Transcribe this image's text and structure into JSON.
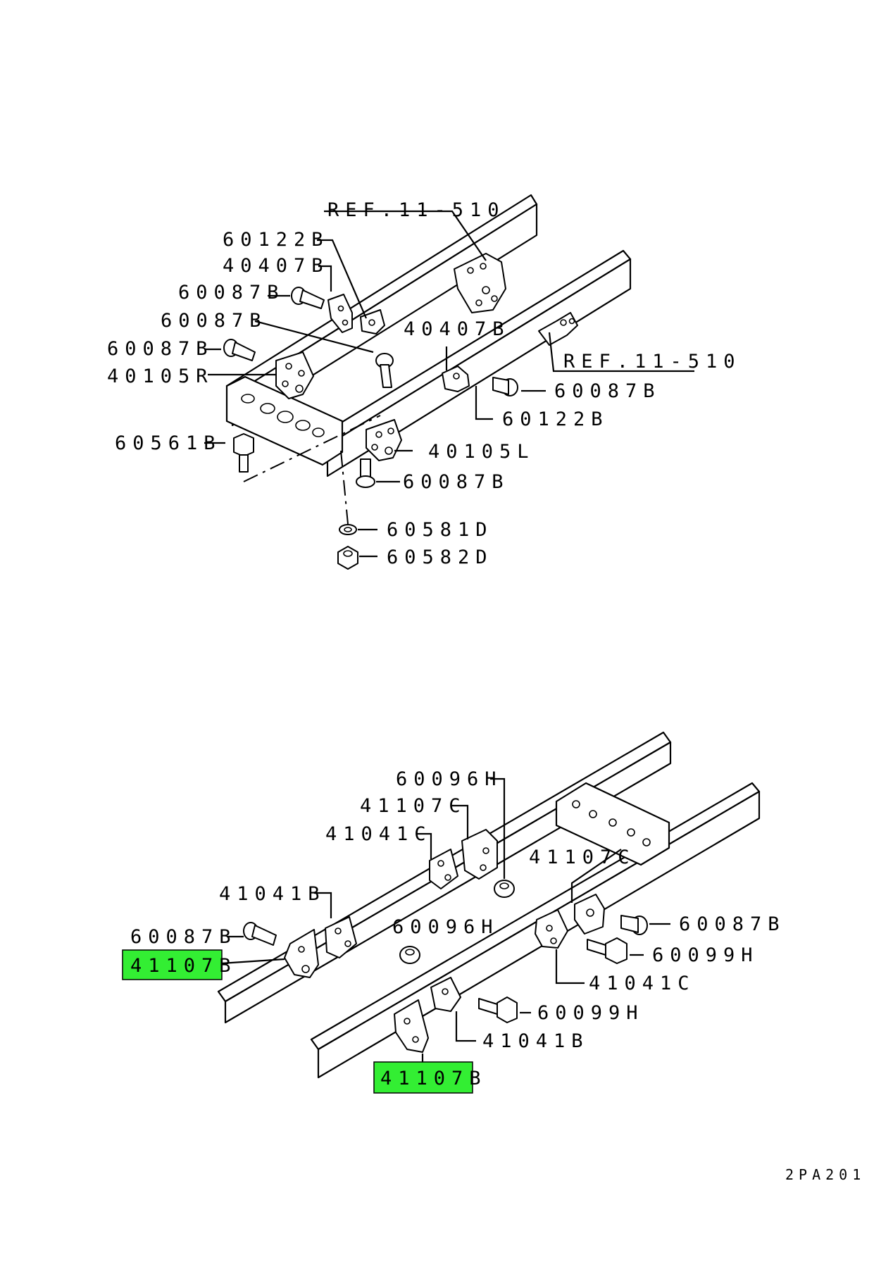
{
  "diagram": {
    "code": "2PA201",
    "top_labels": [
      {
        "id": "ref-top",
        "text": "REF.11-510"
      },
      {
        "id": "60122B-a",
        "text": "60122B"
      },
      {
        "id": "40407B-a",
        "text": "40407B"
      },
      {
        "id": "60087B-a",
        "text": "60087B"
      },
      {
        "id": "60087B-b",
        "text": "60087B"
      },
      {
        "id": "60087B-c",
        "text": "60087B"
      },
      {
        "id": "40105R",
        "text": "40105R"
      },
      {
        "id": "40407B-b",
        "text": "40407B"
      },
      {
        "id": "ref-right",
        "text": "REF.11-510"
      },
      {
        "id": "60087B-d",
        "text": "60087B"
      },
      {
        "id": "60122B-b",
        "text": "60122B"
      },
      {
        "id": "60561B",
        "text": "60561B"
      },
      {
        "id": "40105L",
        "text": "40105L"
      },
      {
        "id": "60087B-e",
        "text": "60087B"
      },
      {
        "id": "60581D",
        "text": "60581D"
      },
      {
        "id": "60582D",
        "text": "60582D"
      }
    ],
    "bottom_labels": [
      {
        "id": "60096H-a",
        "text": "60096H"
      },
      {
        "id": "41107C-a",
        "text": "41107C"
      },
      {
        "id": "41041C-a",
        "text": "41041C"
      },
      {
        "id": "41107C-b",
        "text": "41107C"
      },
      {
        "id": "41041B-a",
        "text": "41041B"
      },
      {
        "id": "60087B-f",
        "text": "60087B"
      },
      {
        "id": "41107B-a",
        "text": "41107B",
        "highlight": true
      },
      {
        "id": "60096H-b",
        "text": "60096H"
      },
      {
        "id": "60087B-g",
        "text": "60087B"
      },
      {
        "id": "60099H-a",
        "text": "60099H"
      },
      {
        "id": "41041C-b",
        "text": "41041C"
      },
      {
        "id": "60099H-b",
        "text": "60099H"
      },
      {
        "id": "41041B-b",
        "text": "41041B"
      },
      {
        "id": "41107B-b",
        "text": "41107B",
        "highlight": true
      }
    ],
    "colors": {
      "highlight": "#33ee33",
      "ink": "#000000",
      "background": "#ffffff"
    }
  }
}
